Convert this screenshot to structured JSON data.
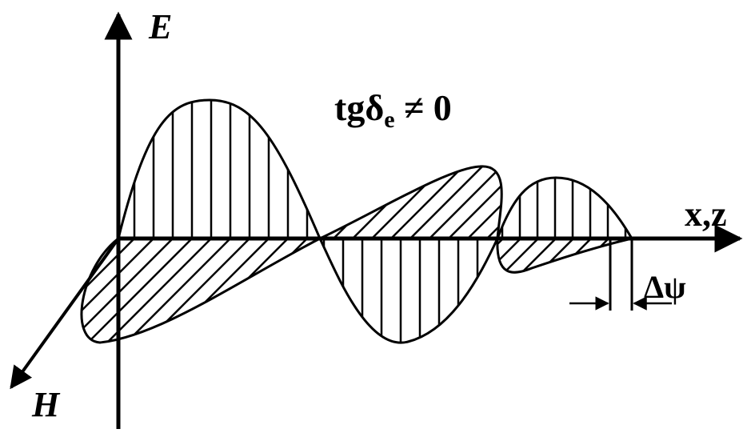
{
  "labels": {
    "e_axis": "E",
    "h_axis": "H",
    "x_axis": "x,z",
    "loss_prefix": "tgδ",
    "loss_sub": "e",
    "loss_suffix": " ≠ 0",
    "phase_shift": "Δψ"
  },
  "colors": {
    "ink": "#000000",
    "background": "#ffffff"
  }
}
